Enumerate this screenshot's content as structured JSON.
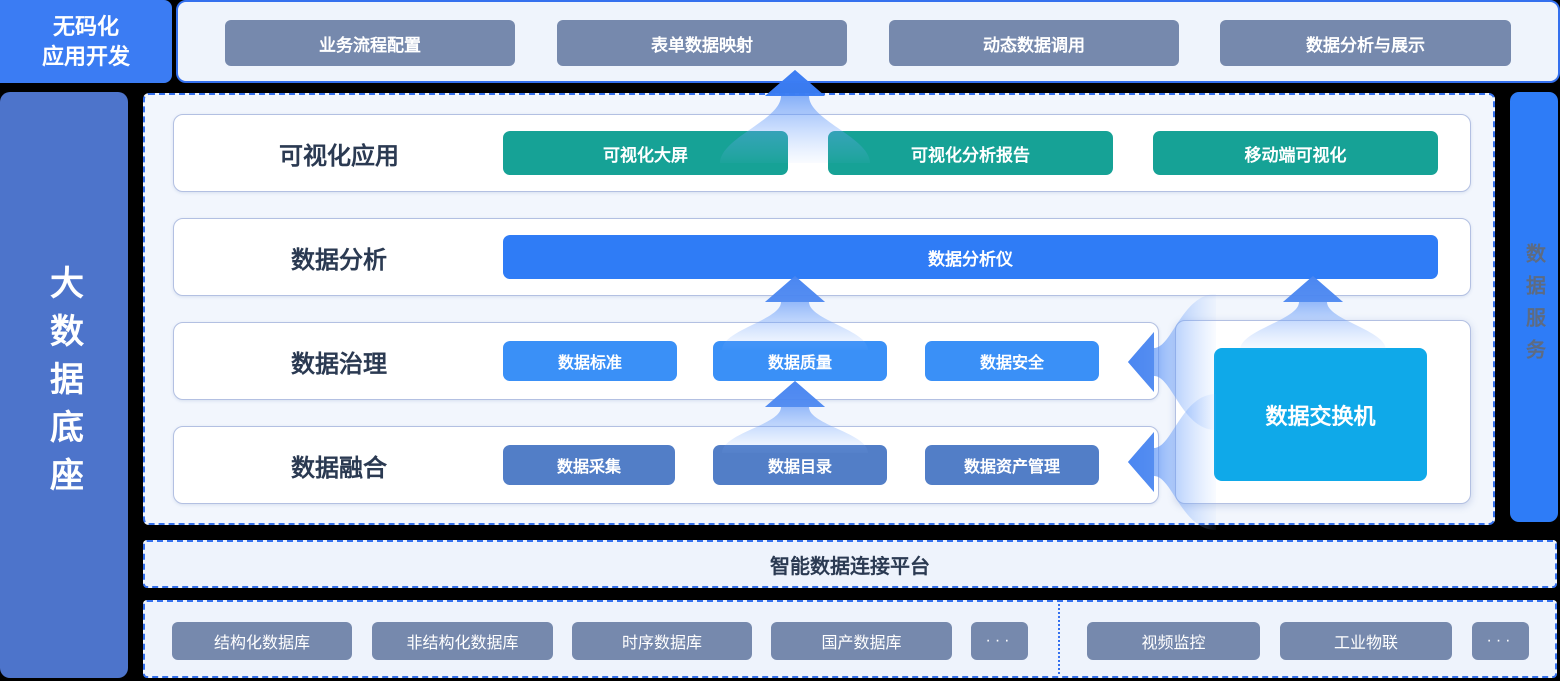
{
  "colors": {
    "accent_blue": "#3470ee",
    "bright_blue": "#2f7cf6",
    "sidebar_blue": "#4d74cb",
    "slate": "#7689ad",
    "teal": "#16a296",
    "light_blue_btn": "#3a90f7",
    "dusty_blue_btn": "#527ec7",
    "cyan": "#0fa9e9",
    "panel_bg": "#f2f6fd"
  },
  "corner_box": {
    "line1": "无码化",
    "line2": "应用开发"
  },
  "top_band": {
    "items": [
      {
        "label": "业务流程配置"
      },
      {
        "label": "表单数据映射"
      },
      {
        "label": "动态数据调用"
      },
      {
        "label": "数据分析与展示"
      }
    ]
  },
  "left_sidebar": {
    "label": "大数据底座"
  },
  "right_sidebar": {
    "label": "数据服务"
  },
  "platform": {
    "rows": [
      {
        "label": "可视化应用",
        "items": [
          "可视化大屏",
          "可视化分析报告",
          "移动端可视化"
        ]
      },
      {
        "label": "数据分析",
        "items": [
          "数据分析仪"
        ]
      },
      {
        "label": "数据治理",
        "items": [
          "数据标准",
          "数据质量",
          "数据安全"
        ]
      },
      {
        "label": "数据融合",
        "items": [
          "数据采集",
          "数据目录",
          "数据资产管理"
        ]
      }
    ],
    "exchange": {
      "label": "数据交换机"
    }
  },
  "connection_band": {
    "label": "智能数据连接平台"
  },
  "source_band": {
    "left_items": [
      "结构化数据库",
      "非结构化数据库",
      "时序数据库",
      "国产数据库",
      "···"
    ],
    "right_items": [
      "视频监控",
      "工业物联",
      "···"
    ]
  }
}
